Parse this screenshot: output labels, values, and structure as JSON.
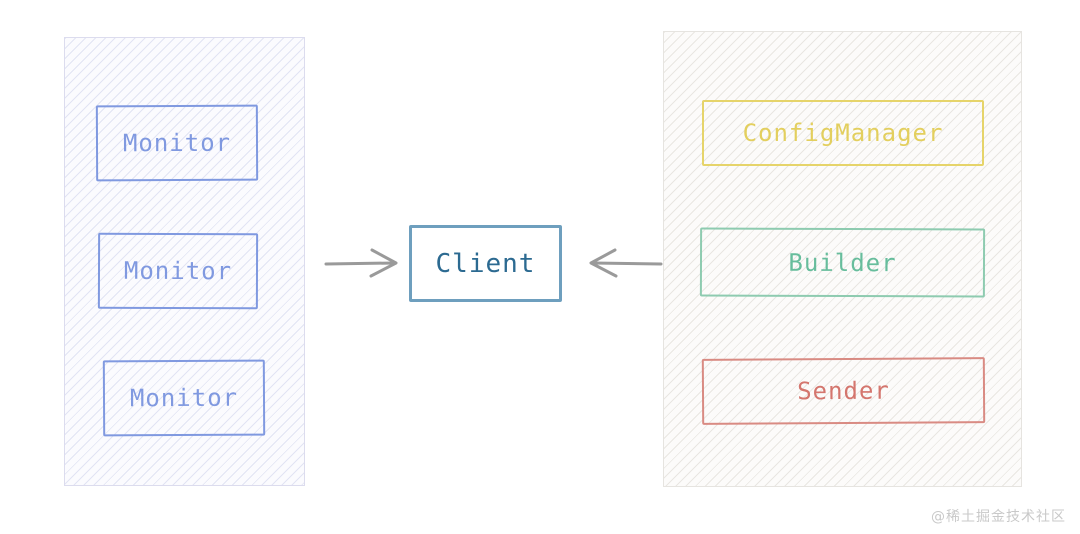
{
  "diagram": {
    "title": "Client architecture component diagram",
    "background_color": "#ffffff",
    "panels": [
      {
        "id": "left-panel",
        "name": "monitor-group",
        "hatch_color": "#cdd1eb",
        "fill_color": "#fbfbfe",
        "border_color": "#dcdcee"
      },
      {
        "id": "right-panel",
        "name": "service-group",
        "hatch_color": "#d6d2cb",
        "fill_color": "#fcfbfa",
        "border_color": "#e6e4e0"
      }
    ],
    "nodes": [
      {
        "id": "monitor-1",
        "label": "Monitor",
        "color": "#8099e0",
        "group": "left-panel"
      },
      {
        "id": "monitor-2",
        "label": "Monitor",
        "color": "#8099e0",
        "group": "left-panel"
      },
      {
        "id": "monitor-3",
        "label": "Monitor",
        "color": "#8099e0",
        "group": "left-panel"
      },
      {
        "id": "client",
        "label": "Client",
        "color": "#2c6a91",
        "group": "center"
      },
      {
        "id": "configmanager",
        "label": "ConfigManager",
        "color": "#e3cf5e",
        "group": "right-panel"
      },
      {
        "id": "builder",
        "label": "Builder",
        "color": "#67bd9c",
        "group": "right-panel"
      },
      {
        "id": "sender",
        "label": "Sender",
        "color": "#d4766e",
        "group": "right-panel"
      }
    ],
    "arrows": [
      {
        "id": "arrow-monitors-to-client",
        "name": "arrow-right-icon",
        "direction": "right",
        "color": "#9a9a9a",
        "from": "left-panel",
        "to": "client"
      },
      {
        "id": "arrow-services-to-client",
        "name": "arrow-left-icon",
        "direction": "left",
        "color": "#9a9a9a",
        "from": "right-panel",
        "to": "client"
      }
    ],
    "watermark": "@稀土掘金技术社区"
  }
}
